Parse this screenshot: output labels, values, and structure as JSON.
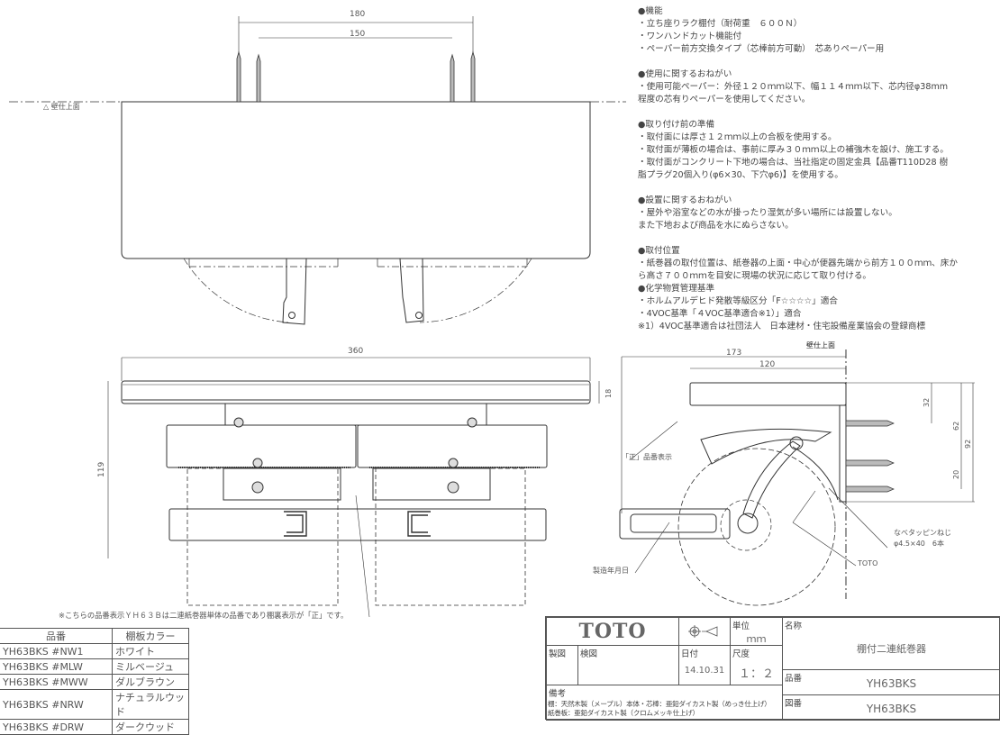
{
  "top_view": {
    "dim_outer": "180",
    "dim_inner": "150",
    "wall_label": "△ 壁仕上面"
  },
  "front_view": {
    "dim_width": "360",
    "dim_height": "119",
    "dim_shelf": "18",
    "note": "※こちらの品番表示ＹＨ６３Ｂは二連紙巻器単体の品番であり棚裏表示が「正」です。"
  },
  "side_view": {
    "dim_depth": "173",
    "dim_shelf_depth": "120",
    "dim_32": "32",
    "dim_62": "62",
    "dim_92": "92",
    "dim_20": "20",
    "wall_label": "壁仕上面",
    "label_part_mark": "「正」品番表示",
    "label_date": "製造年月日",
    "label_screw_1": "なべタッピンねじ",
    "label_screw_2": "φ4.5×40　6本",
    "label_brand": "TOTO"
  },
  "notes": [
    {
      "heading": "●機能",
      "lines": [
        "・立ち座りラク棚付（耐荷重　６００Ｎ）",
        "・ワンハンドカット機能付",
        "・ペーパー前方交換タイプ（芯棒前方可動）　芯ありペーパー用"
      ]
    },
    {
      "heading": "●使用に関するおねがい",
      "lines": [
        "・使用可能ペーパー：外径１２０ｍｍ以下、幅１１４ｍｍ以下、芯内径φ38mm",
        "程度の芯有りペーパーを使用してください。"
      ]
    },
    {
      "heading": "●取り付け前の準備",
      "lines": [
        "・取付面には厚さ１２ｍｍ以上の合板を使用する。",
        "・取付面が薄板の場合は、事前に厚み３０ｍｍ以上の補強木を設け、施工する。",
        "・取付面がコンクリート下地の場合は、当社指定の固定金具【品番T110D28 樹",
        "脂プラグ20個入り(φ6×30、下穴φ6)】を使用する。"
      ]
    },
    {
      "heading": "●設置に関するおねがい",
      "lines": [
        "・屋外や浴室などの水が掛ったり湿気が多い場所には設置しない。",
        "また下地および商品を水にぬらさない。"
      ]
    },
    {
      "heading": "●取付位置",
      "lines": [
        "・紙巻器の取付位置は、紙巻器の上面・中心が便器先端から前方１００ｍｍ、床か",
        "ら高さ７００ｍｍを目安に現場の状況に応じて取り付ける。"
      ]
    },
    {
      "heading": "●化学物質管理基準",
      "lines": [
        "・ホルムアルデヒド発散等級区分「F☆☆☆☆」適合",
        "・4VOC基準「４VOC基準適合※1）」適合",
        "※1）4VOC基準適合は社団法人　日本建材・住宅設備産業協会の登録商標"
      ]
    }
  ],
  "parts_table": {
    "headers": [
      "品番",
      "棚板カラー"
    ],
    "rows": [
      [
        "YH63BKS #NW1",
        "ホワイト"
      ],
      [
        "YH63BKS #MLW",
        "ミルベージュ"
      ],
      [
        "YH63BKS #MWW",
        "ダルブラウン"
      ],
      [
        "YH63BKS #NRW",
        "ナチュラルウッド"
      ],
      [
        "YH63BKS #DRW",
        "ダークウッド"
      ]
    ]
  },
  "title_block": {
    "logo": "TOTO",
    "projection_icon": "third-angle-projection-icon",
    "unit_label": "単位",
    "unit_value": "ｍｍ",
    "drawn_label": "製図",
    "checked_label": "検図",
    "date_label": "日付",
    "date_value": "14.10.31",
    "scale_label": "尺度",
    "scale_value": "１：２",
    "remarks_label": "備考",
    "remarks_lines": [
      "棚：天然木製（メープル）本体・芯棒：亜鉛ダイカスト製（めっき仕上げ）",
      "紙巻板：亜鉛ダイカスト製（クロムメッキ仕上げ）"
    ],
    "name_label": "名称",
    "name_value": "棚付二連紙巻器",
    "product_label": "品番",
    "product_value": "YH63BKS",
    "drawing_label": "図番",
    "drawing_value": "YH63BKS"
  }
}
